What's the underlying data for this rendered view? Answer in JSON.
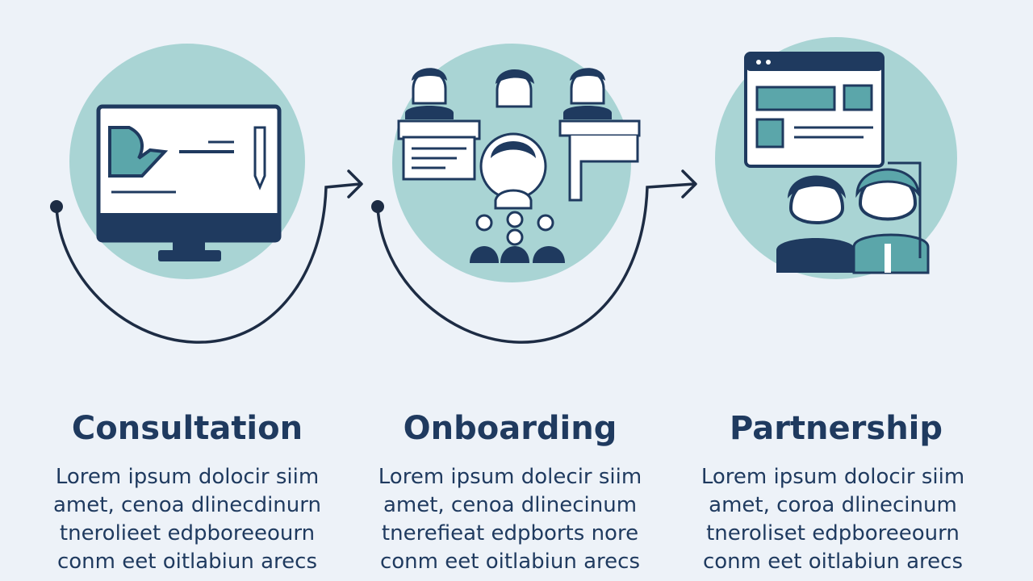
{
  "steps": [
    {
      "title": "Consultation",
      "icon": "monitor-icon",
      "lines": [
        "Lorem ipsum dolocir siim",
        "amet, cenoa dlinecdinurn",
        "tnerolieet edpboreeourn",
        "conm eet oitlabiun arecs"
      ]
    },
    {
      "title": "Onboarding",
      "icon": "team-meeting-icon",
      "lines": [
        "Lorem ipsum dolecir siim",
        "amet, cenoa dlinecinum",
        "tnerefieat edpborts nore",
        "conm eet oitlabiun arecs"
      ]
    },
    {
      "title": "Partnership",
      "icon": "partners-icon",
      "lines": [
        "Lorem ipsum dolocir siim",
        "amet, coroa dlinecinum",
        "tneroliset edpboreeourn",
        "conm eet oitlabiun arecs"
      ]
    }
  ],
  "colors": {
    "background": "#edf2f8",
    "teal_circle": "#a9d4d4",
    "navy": "#1f3a5f",
    "teal": "#5ba6aa",
    "line": "#1d2c44"
  }
}
